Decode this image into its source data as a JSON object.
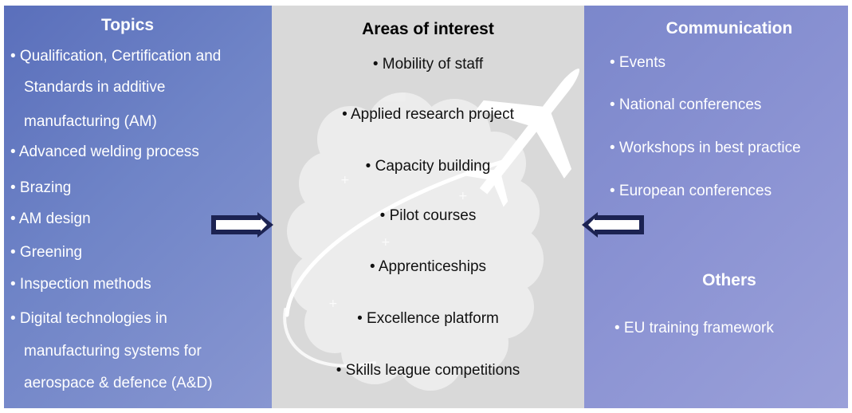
{
  "left_panel": {
    "title": "Topics",
    "items": [
      "• Qualification, Certification and",
      "Standards in additive",
      "manufacturing (AM)",
      "• Advanced welding process",
      "• Brazing",
      "• AM design",
      "• Greening",
      "• Inspection methods",
      "• Digital technologies in",
      "manufacturing systems for",
      "aerospace & defence (A&D)"
    ]
  },
  "middle_panel": {
    "title": "Areas of interest",
    "items": [
      "• Mobility of staff",
      "• Applied research project",
      "• Capacity building",
      "• Pilot courses",
      "• Apprenticeships",
      "• Excellence platform",
      "• Skills league competitions"
    ]
  },
  "right_panel": {
    "title": "Communication",
    "items": [
      "• Events",
      "• National conferences",
      "• Workshops in best practice",
      "• European conferences"
    ],
    "others_title": "Others",
    "others_items": [
      "• EU training framework"
    ]
  },
  "colors": {
    "left_panel": "#6a7ec4",
    "middle_panel": "#d9d9d9",
    "right_panel": "#8b93d3",
    "arrow": "#1c2352"
  },
  "icons": [
    "airplane-cloud-illustration",
    "double-arrow-right-icon",
    "double-arrow-left-icon"
  ]
}
